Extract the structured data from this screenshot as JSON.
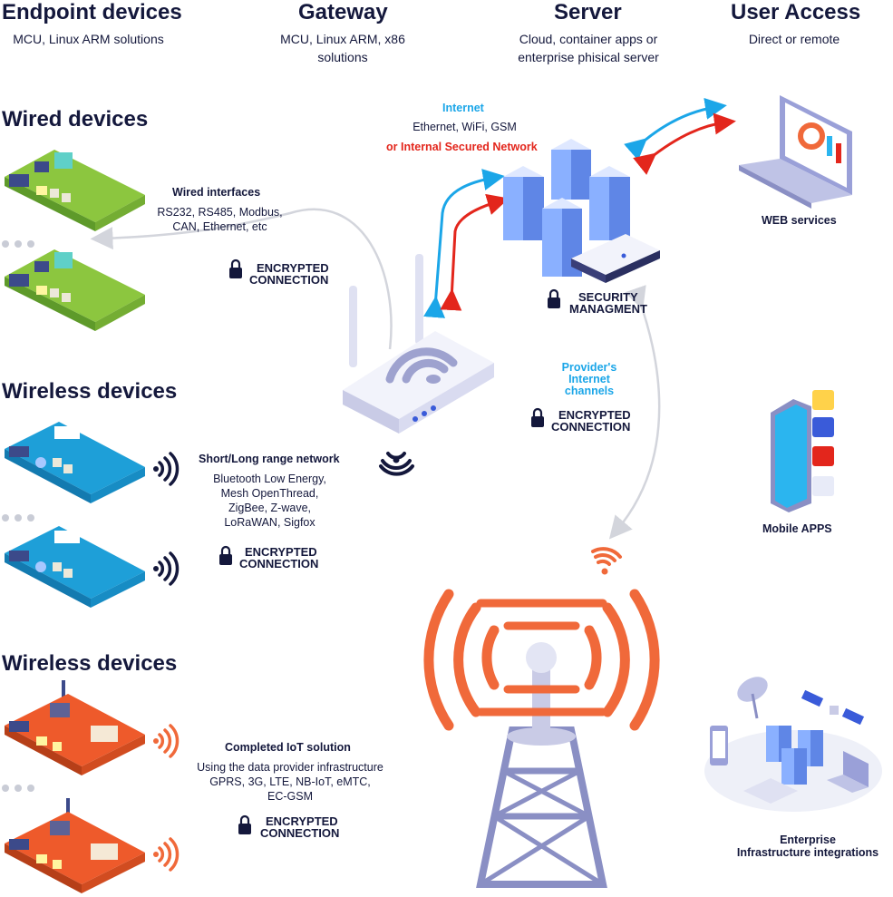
{
  "columns": [
    {
      "title": "Endpoint devices",
      "subtitle": "MCU, Linux ARM solutions"
    },
    {
      "title": "Gateway",
      "subtitle": "MCU, Linux ARM, x86 solutions"
    },
    {
      "title": "Server",
      "subtitle": "Cloud, container apps or enterprise phisical server"
    },
    {
      "title": "User Access",
      "subtitle": "Direct or remote"
    }
  ],
  "sections": {
    "wired": "Wired devices",
    "wireless1": "Wireless devices",
    "wireless2": "Wireless devices"
  },
  "wired_interfaces": {
    "title": "Wired interfaces",
    "lines": [
      "RS232, RS485, Modbus,",
      "CAN, Ethernet, etc"
    ]
  },
  "short_long": {
    "title": "Short/Long range network",
    "lines": [
      "Bluetooth Low Energy,",
      "Mesh OpenThread,",
      "ZigBee, Z-wave,",
      "LoRaWAN, Sigfox"
    ]
  },
  "iot": {
    "title": "Completed IoT solution",
    "lines": [
      "Using the data provider infrastructure",
      "GPRS, 3G, LTE, NB-IoT, eMTC,",
      "EC-GSM"
    ]
  },
  "encrypted": [
    "ENCRYPTED",
    "CONNECTION"
  ],
  "security": [
    "SECURITY",
    "MANAGMENT"
  ],
  "internet": {
    "title": "Internet",
    "line": "Ethernet, WiFi, GSM",
    "alt": "or Internal Secured Network"
  },
  "provider": [
    "Provider's",
    "Internet",
    "channels"
  ],
  "access": {
    "web": "WEB services",
    "mobile": "Mobile APPS",
    "enterprise": [
      "Enterprise",
      "Infrastructure integrations"
    ]
  },
  "colors": {
    "navy": "#14183c",
    "blue": "#1ba6e8",
    "red": "#e3261c",
    "orange": "#f0693a",
    "green_board": "#8cc63f",
    "blue_board": "#1e9fd8",
    "orange_board": "#ee5a2b"
  },
  "icons": [
    "lock-icon",
    "wifi-icon",
    "router-icon",
    "server-icon",
    "laptop-icon",
    "phone-icon",
    "tower-icon",
    "satellite-icon"
  ]
}
